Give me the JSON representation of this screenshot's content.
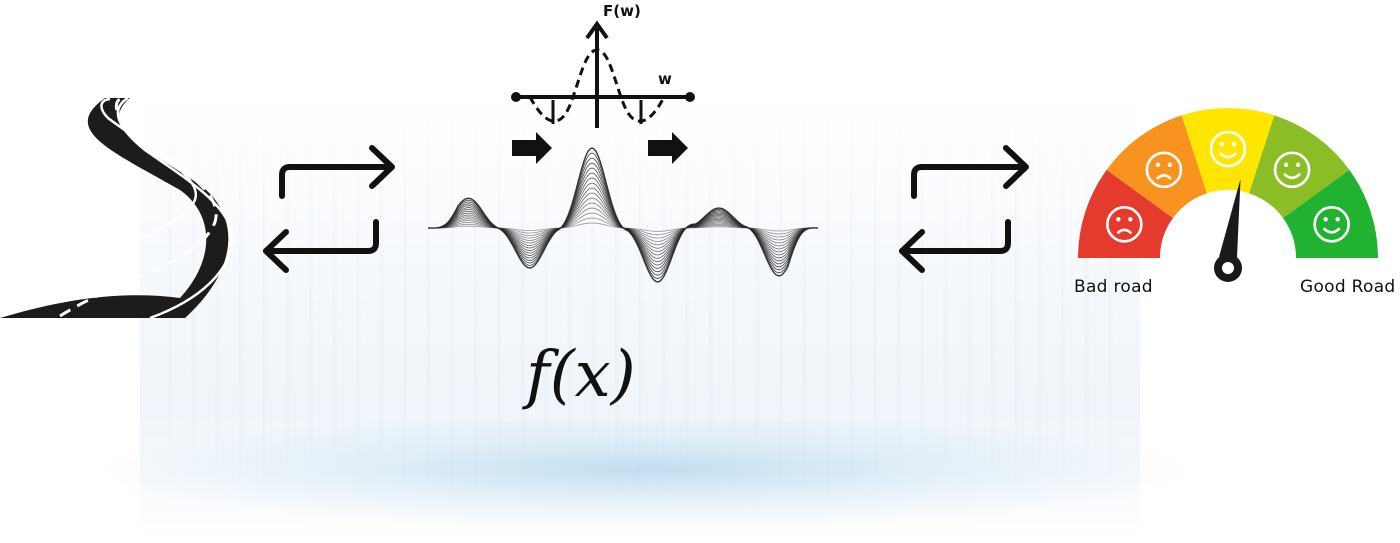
{
  "labels": {
    "fourier_axis": "F(w)",
    "w_axis": "w",
    "function": "f(x)",
    "gauge_left": "Bad road",
    "gauge_right": "Good Road"
  },
  "colors": {
    "road_asphalt": "#1c1c1c",
    "road_markings": "#ffffff",
    "gauge_red": "#e53b2c",
    "gauge_orange": "#f7931e",
    "gauge_yellow": "#ffe600",
    "gauge_lightgreen": "#8bbe26",
    "gauge_green": "#22b231",
    "needle": "#1a1a1a"
  },
  "icons": {
    "road": "winding-road-icon",
    "cycle_left": "bidirectional-arrows-icon",
    "cycle_right": "bidirectional-arrows-icon",
    "waveform": "signal-waveform-icon",
    "fourier": "fourier-transform-plot-icon",
    "gauge": "road-quality-gauge-icon"
  },
  "gauge_value": 0.55
}
